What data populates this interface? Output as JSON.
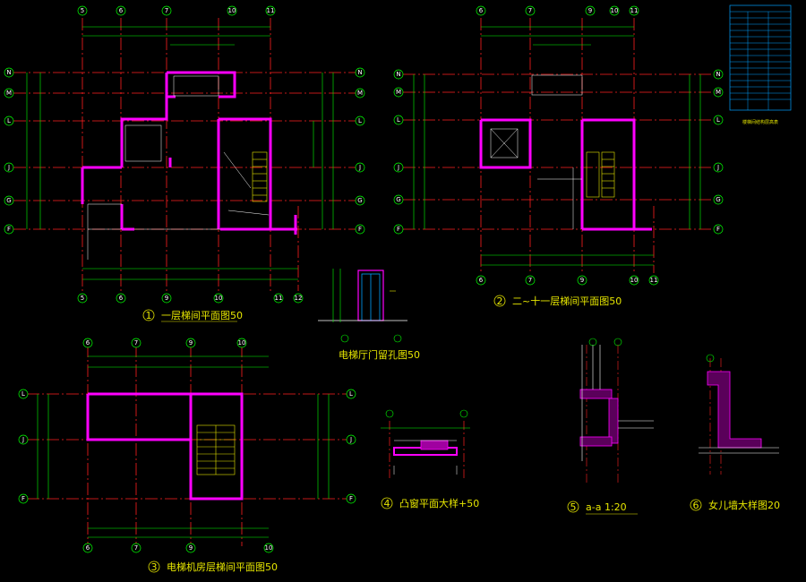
{
  "drawing_titles": {
    "first_floor": "一层梯间平面图50",
    "typical_floor": "二~十一层梯间平面图50",
    "elevator_door": "电梯厅门留孔图50",
    "machine_room": "电梯机房层梯间平面图50",
    "bay_window": "凸窗平面大样+50",
    "section_aa": "a-a 1:20",
    "parapet": "女儿墙大样图20"
  },
  "detail_numbers": [
    "1",
    "2",
    "3",
    "4",
    "5",
    "6"
  ],
  "axis_labels": {
    "plan1_top": [
      "5",
      "6",
      "7",
      "10",
      "11"
    ],
    "plan1_bottom": [
      "5",
      "6",
      "9",
      "10",
      "11",
      "12"
    ],
    "plan1_left": [
      "N",
      "M",
      "L",
      "J",
      "G",
      "F"
    ],
    "plan1_right": [
      "N",
      "M",
      "L",
      "J",
      "G",
      "F"
    ],
    "plan2_top": [
      "6",
      "7",
      "9",
      "10",
      "11"
    ],
    "plan2_bottom": [
      "6",
      "7",
      "9",
      "10",
      "11"
    ],
    "plan2_left": [
      "N",
      "M",
      "L",
      "J",
      "G",
      "F"
    ],
    "plan2_right": [
      "N",
      "M",
      "L",
      "J",
      "G",
      "F"
    ],
    "plan3_top": [
      "6",
      "7",
      "9",
      "10"
    ],
    "plan3_bottom": [
      "6",
      "7",
      "9",
      "10"
    ],
    "plan3_left": [
      "L",
      "J",
      "F"
    ],
    "plan3_right": [
      "L",
      "J",
      "F"
    ]
  },
  "table": {
    "caption": "楼梯间结构层高表"
  },
  "colors": {
    "background": "#000000",
    "gridline": "#ff2020",
    "dimension": "#00ff00",
    "wall": "#ff00ff",
    "text": "#e6e600",
    "table_line": "#00a0ff"
  }
}
